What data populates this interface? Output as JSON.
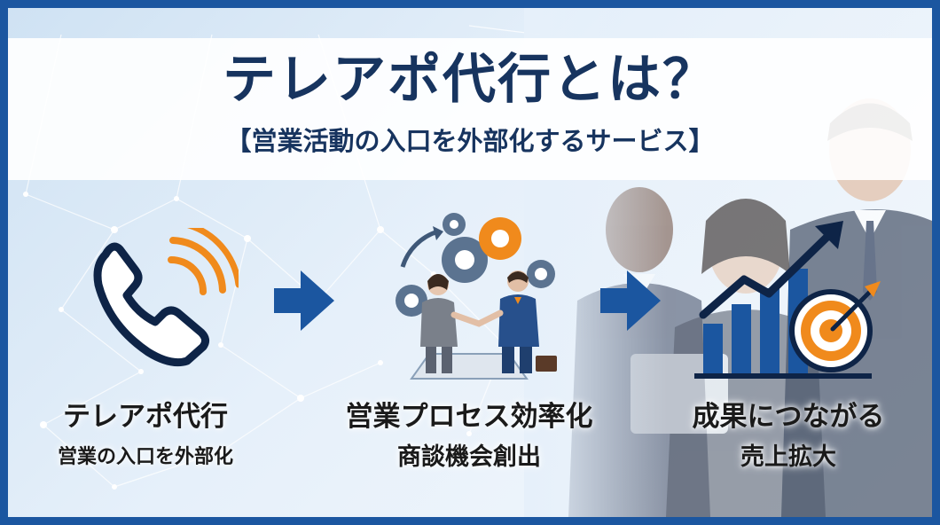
{
  "header": {
    "title": "テレアポ代行とは？",
    "subtitle": "【営業活動の入口を外部化するサービス】"
  },
  "steps": [
    {
      "title": "テレアポ代行",
      "subtitle": "営業の入口を外部化",
      "icon": "phone-icon"
    },
    {
      "title": "営業プロセス効率化",
      "subtitle": "商談機会創出",
      "icon": "handshake-gears-icon"
    },
    {
      "title": "成果につながる",
      "subtitle": "売上拡大",
      "icon": "growth-target-icon"
    }
  ],
  "colors": {
    "border": "#1b56a0",
    "title": "#17345f",
    "arrow": "#1b56a0",
    "phone_waves": "#f08a1c",
    "target_orange": "#f08a1c"
  }
}
